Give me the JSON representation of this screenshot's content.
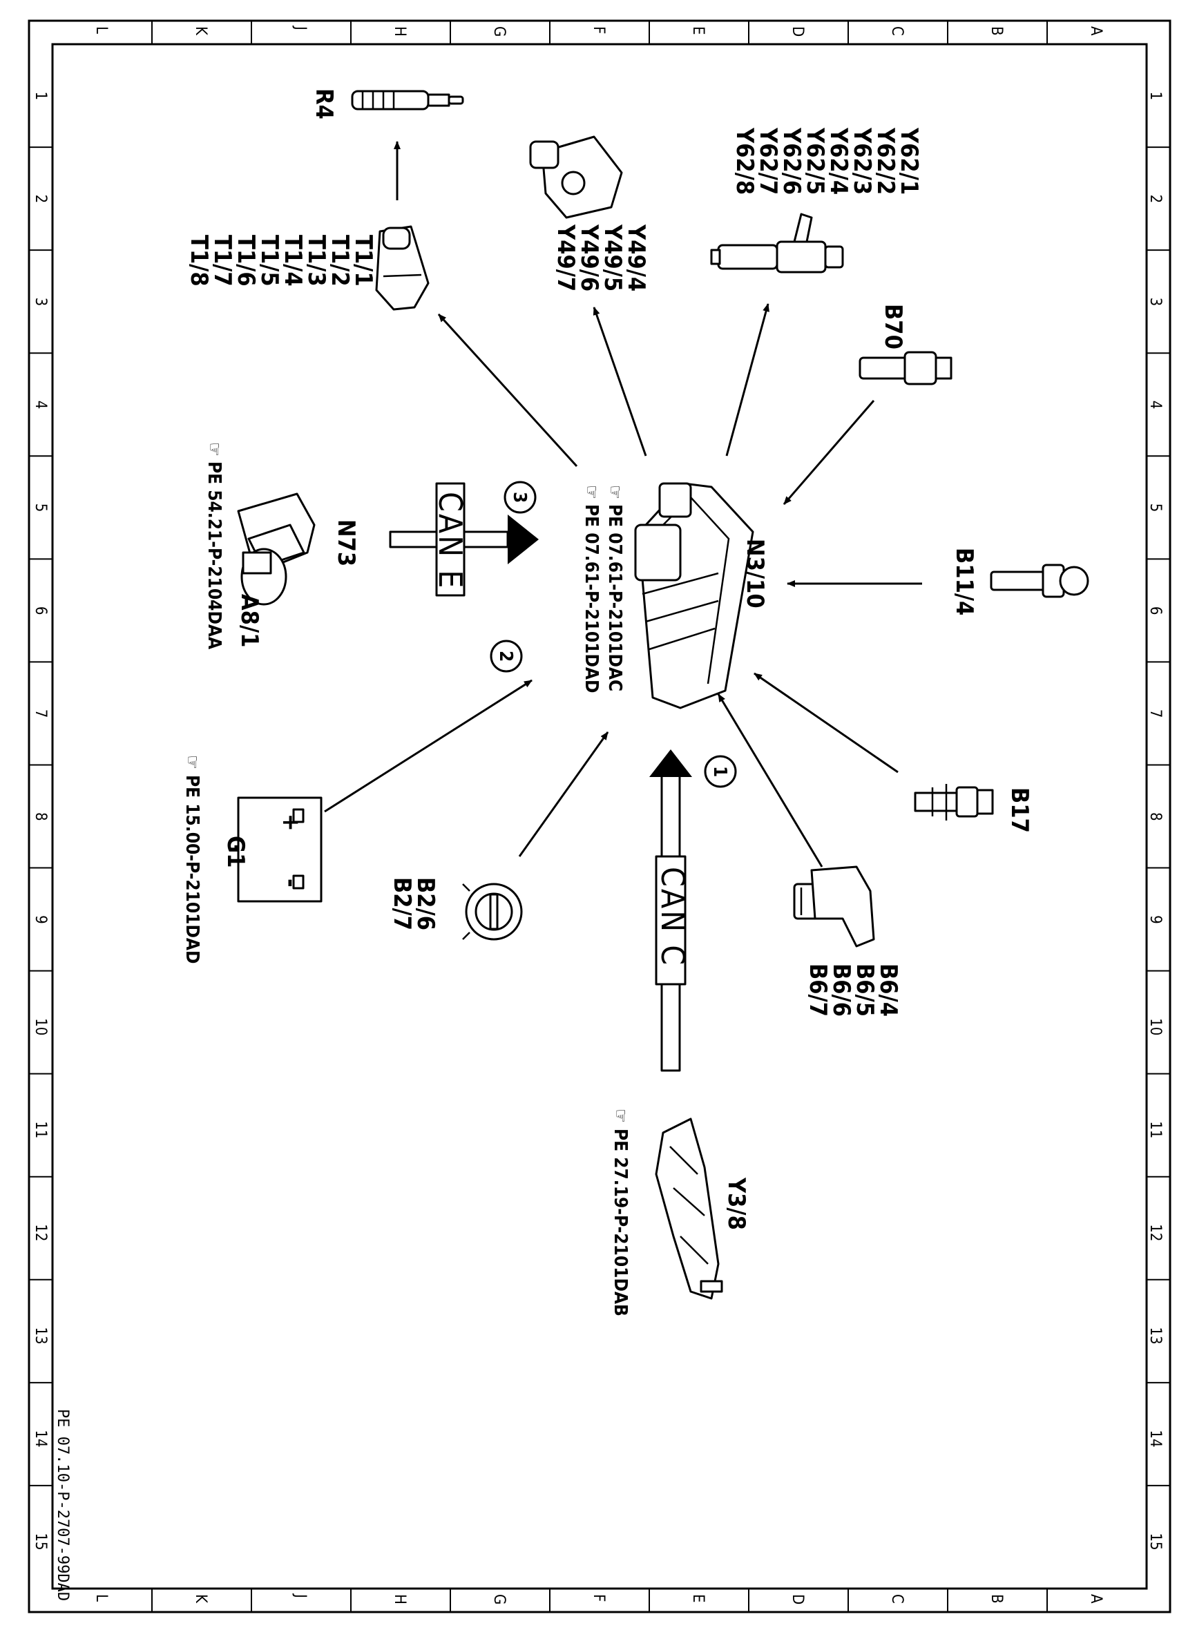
{
  "frame": {
    "letters": [
      "L",
      "K",
      "J",
      "H",
      "G",
      "F",
      "E",
      "D",
      "C",
      "B",
      "A"
    ],
    "numbers": [
      "1",
      "2",
      "3",
      "4",
      "5",
      "6",
      "7",
      "8",
      "9",
      "10",
      "11",
      "12",
      "13",
      "14",
      "15"
    ]
  },
  "document_id": "PE 07.10-P-2707-99DAD",
  "center": {
    "label": "N3/10",
    "refs": [
      "PE 07.61-P-2101DAC",
      "PE 07.61-P-2101DAD"
    ]
  },
  "components": {
    "r4": {
      "label": "R4"
    },
    "t1": {
      "labels": [
        "T1/1",
        "T1/2",
        "T1/3",
        "T1/4",
        "T1/5",
        "T1/6",
        "T1/7",
        "T1/8"
      ]
    },
    "y49": {
      "labels": [
        "Y49/4",
        "Y49/5",
        "Y49/6",
        "Y49/7"
      ]
    },
    "y62": {
      "labels": [
        "Y62/1",
        "Y62/2",
        "Y62/3",
        "Y62/4",
        "Y62/5",
        "Y62/6",
        "Y62/7",
        "Y62/8"
      ]
    },
    "b70": {
      "label": "B70"
    },
    "n73": {
      "label": "N73",
      "sub": "A8/1",
      "ref": "PE 54.21-P-2104DAA"
    },
    "b11_4": {
      "label": "B11/4"
    },
    "g1": {
      "label": "G1",
      "plus": "+",
      "minus": "-",
      "ref": "PE 15.00-P-2101DAD"
    },
    "b2": {
      "labels": [
        "B2/6",
        "B2/7"
      ]
    },
    "b6": {
      "labels": [
        "B6/4",
        "B6/5",
        "B6/6",
        "B6/7"
      ]
    },
    "b17": {
      "label": "B17"
    },
    "y3_8": {
      "label": "Y3/8",
      "ref": "PE 27.19-P-2101DAB"
    }
  },
  "buses": {
    "can_e": {
      "label": "CAN E",
      "number": "3"
    },
    "can_c": {
      "label": "CAN C",
      "number": "1"
    },
    "g1_link": {
      "number": "2"
    }
  }
}
